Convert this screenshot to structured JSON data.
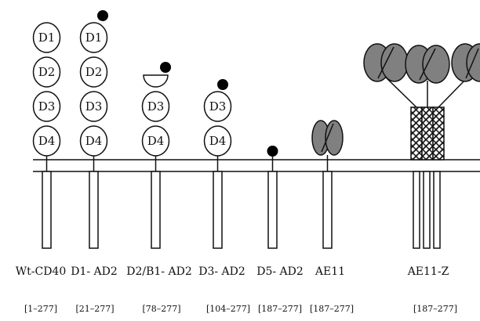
{
  "constructs": [
    {
      "name": "Wt-CD40",
      "range": "[1–277]",
      "domains": [
        "D1",
        "D2",
        "D3",
        "D4"
      ]
    },
    {
      "name": "D1- AD2",
      "range": "[21–277]",
      "domains": [
        "D1",
        "D2",
        "D3",
        "D4"
      ]
    },
    {
      "name": "D2/B1- AD2",
      "range": "[78–277]",
      "domains": [
        "D3",
        "D4"
      ]
    },
    {
      "name": "D3- AD2",
      "range": "[104–277]",
      "domains": [
        "D3",
        "D4"
      ]
    },
    {
      "name": "D5- AD2",
      "range": "[187–277]",
      "domains": []
    },
    {
      "name": "AE11",
      "range": "[187–277]",
      "domains": []
    },
    {
      "name": "AE11-Z",
      "range": "[187–277]",
      "domains": []
    }
  ],
  "colors": {
    "stroke": "#111111",
    "gray_domain": "#808080",
    "tag": "#000000"
  }
}
